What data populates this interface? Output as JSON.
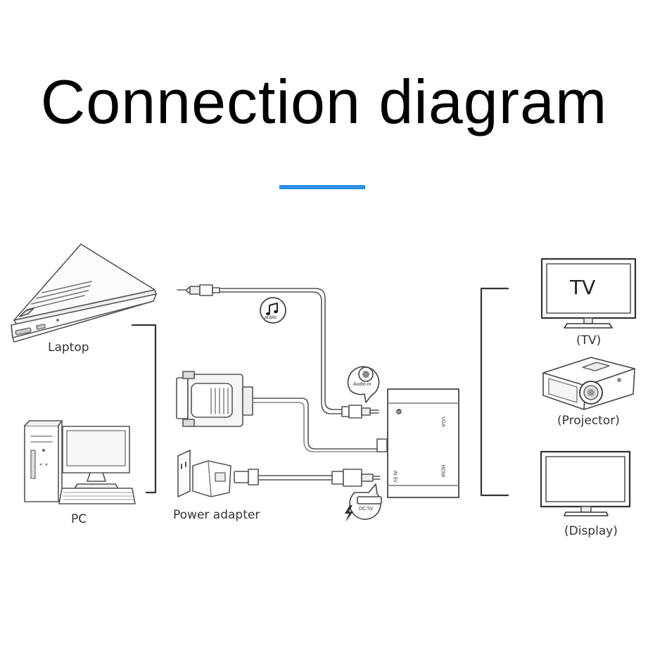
{
  "title": "Connection diagram",
  "colors": {
    "accent": "#2b8ee6",
    "line": "#555555",
    "text": "#333333"
  },
  "labels": {
    "laptop": "Laptop",
    "pc": "PC",
    "power_adapter": "Power adapter",
    "tv_caption": "(TV)",
    "tv_screen_text": "TV",
    "projector": "(Projector)",
    "display": "(Display)"
  },
  "badges": {
    "audio": "audio",
    "audio_in": "Audio in",
    "dc_5v": "DC 5V"
  },
  "adapter_ports": {
    "vga": "VGA",
    "hdmi": "HDMI",
    "in": "IN 5V"
  },
  "icons": {
    "music": "music-note-icon",
    "lightning": "lightning-icon"
  }
}
